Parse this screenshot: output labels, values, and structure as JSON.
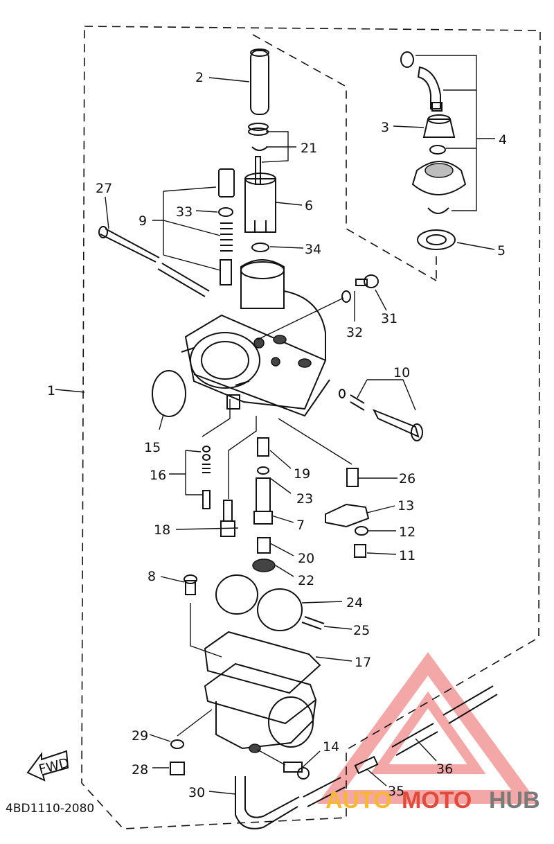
{
  "diagram": {
    "drawing_code": "4BD1110-2080",
    "fwd_arrow_label": "FWD",
    "watermark": {
      "text_part_1": "AUTO",
      "text_part_2": "MOTO",
      "text_part_3": "HUB",
      "color_1": "#f7b733",
      "color_2": "#e04b3a",
      "color_3": "#7a7a7a"
    },
    "callouts": {
      "c1": "1",
      "c2": "2",
      "c3": "3",
      "c4": "4",
      "c5": "5",
      "c6": "6",
      "c7": "7",
      "c8": "8",
      "c9": "9",
      "c10": "10",
      "c11": "11",
      "c12": "12",
      "c13": "13",
      "c14": "14",
      "c15": "15",
      "c16": "16",
      "c17": "17",
      "c18": "18",
      "c19": "19",
      "c20": "20",
      "c21": "21",
      "c22": "22",
      "c23": "23",
      "c24": "24",
      "c25": "25",
      "c26": "26",
      "c27": "27",
      "c28": "28",
      "c29": "29",
      "c30": "30",
      "c31": "31",
      "c32": "32",
      "c33": "33",
      "c34": "34",
      "c35": "35",
      "c36": "36"
    }
  }
}
